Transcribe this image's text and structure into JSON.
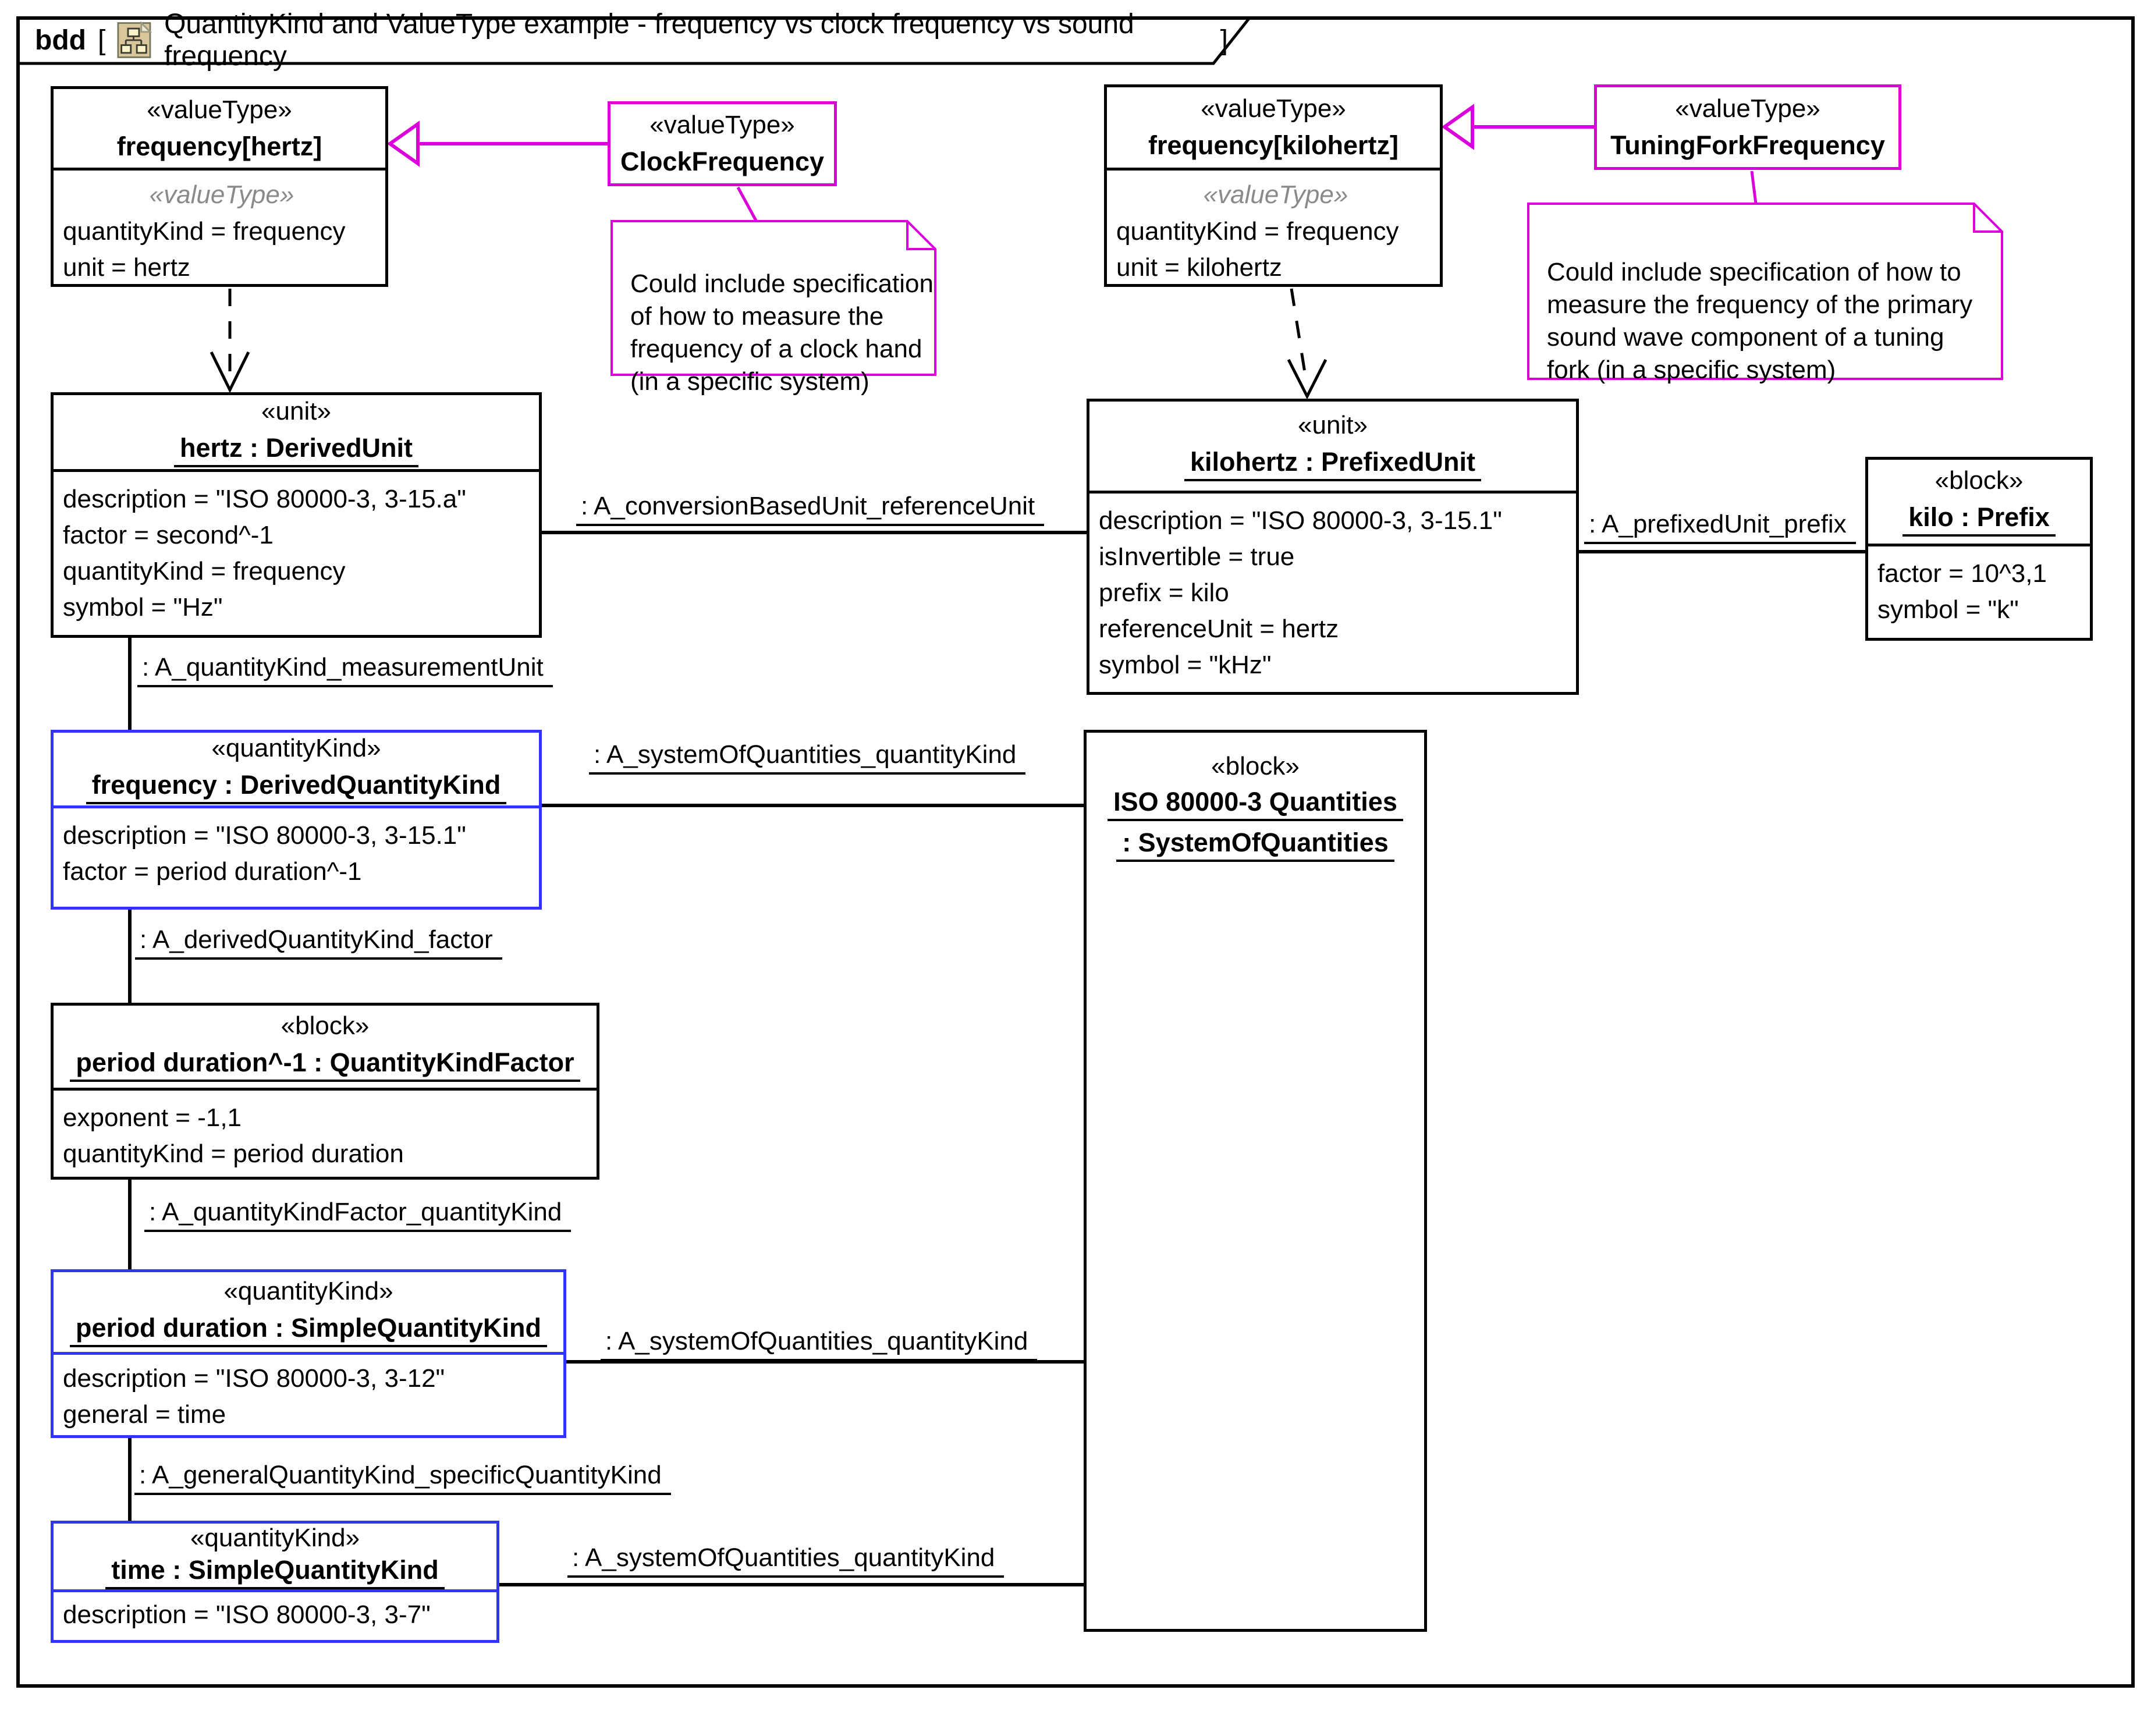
{
  "frame": {
    "tag": "bdd",
    "bracket_open": "[",
    "bracket_close": "]",
    "title": "QuantityKind and ValueType example - frequency vs clock frequency vs sound frequency"
  },
  "colors": {
    "magenta_accent": "#da00da",
    "blue_accent": "#3333ff",
    "gray_stereotype": "#8a8a8a",
    "icon_tan": "#d9c79b",
    "icon_paper": "#fbf3c8"
  },
  "boxes": {
    "freq_hertz": {
      "stereotype": "«valueType»",
      "name": "frequency[hertz]",
      "body_stereotype": "«valueType»",
      "attributes": [
        "quantityKind = frequency",
        "unit = hertz"
      ]
    },
    "clock_frequency": {
      "stereotype": "«valueType»",
      "name": "ClockFrequency"
    },
    "freq_kilohertz": {
      "stereotype": "«valueType»",
      "name": "frequency[kilohertz]",
      "body_stereotype": "«valueType»",
      "attributes": [
        "quantityKind = frequency",
        "unit = kilohertz"
      ]
    },
    "tuning_fork_frequency": {
      "stereotype": "«valueType»",
      "name": "TuningForkFrequency"
    },
    "hertz_unit": {
      "stereotype": "«unit»",
      "name": "hertz : DerivedUnit",
      "attributes": [
        "description = \"ISO 80000-3, 3-15.a\"",
        "factor = second^-1",
        "quantityKind = frequency",
        "symbol = \"Hz\""
      ]
    },
    "kilohertz_unit": {
      "stereotype": "«unit»",
      "name": "kilohertz : PrefixedUnit",
      "attributes": [
        "description = \"ISO 80000-3, 3-15.1\"",
        "isInvertible = true",
        "prefix = kilo",
        "referenceUnit = hertz",
        "symbol = \"kHz\""
      ]
    },
    "kilo_prefix": {
      "stereotype": "«block»",
      "name": "kilo : Prefix",
      "attributes": [
        "factor = 10^3,1",
        "symbol = \"k\""
      ]
    },
    "frequency_qk": {
      "stereotype": "«quantityKind»",
      "name": "frequency : DerivedQuantityKind",
      "attributes": [
        "description = \"ISO 80000-3, 3-15.1\"",
        "factor = period duration^-1"
      ]
    },
    "iso_block": {
      "stereotype": "«block»",
      "name_line1": "ISO 80000-3 Quantities",
      "name_line2": ": SystemOfQuantities"
    },
    "period_duration_factor": {
      "stereotype": "«block»",
      "name": "period duration^-1 : QuantityKindFactor",
      "attributes": [
        "exponent = -1,1",
        "quantityKind = period duration"
      ]
    },
    "period_duration_qk": {
      "stereotype": "«quantityKind»",
      "name": "period duration : SimpleQuantityKind",
      "attributes": [
        "description = \"ISO 80000-3, 3-12\"",
        "general = time"
      ]
    },
    "time_qk": {
      "stereotype": "«quantityKind»",
      "name": "time : SimpleQuantityKind",
      "attributes": [
        "description = \"ISO 80000-3, 3-7\""
      ]
    }
  },
  "notes": {
    "clock": {
      "lines": [
        "Could include specification",
        "of how to measure the",
        "frequency of a clock hand",
        "(in a specific system)"
      ]
    },
    "tuning": {
      "lines": [
        "Could include specification of how to",
        "measure the frequency of the primary",
        "sound wave component of a tuning",
        "fork (in a specific system)"
      ]
    }
  },
  "labels": {
    "conversion_based_unit_reference_unit": ": A_conversionBasedUnit_referenceUnit",
    "prefixed_unit_prefix": ": A_prefixedUnit_prefix",
    "quantity_kind_measurement_unit": ": A_quantityKind_measurementUnit",
    "system_of_quantities_quantity_kind_frequency": ": A_systemOfQuantities_quantityKind",
    "derived_quantity_kind_factor": ": A_derivedQuantityKind_factor",
    "quantity_kind_factor_quantity_kind": ": A_quantityKindFactor_quantityKind",
    "system_of_quantities_quantity_kind_period": ": A_systemOfQuantities_quantityKind",
    "general_quantity_kind_specific_quantity_kind": ": A_generalQuantityKind_specificQuantityKind",
    "system_of_quantities_quantity_kind_time": ": A_systemOfQuantities_quantityKind"
  }
}
